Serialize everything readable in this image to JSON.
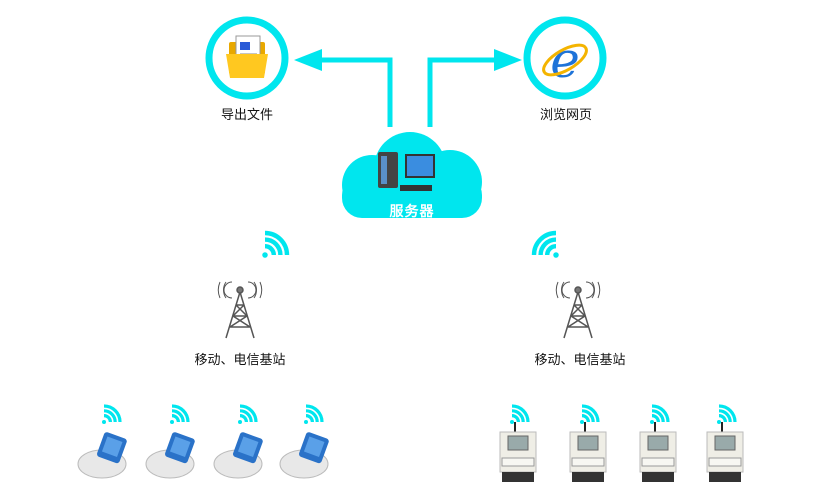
{
  "colors": {
    "accent": "#00e6ee",
    "text": "#111111"
  },
  "outputs": [
    {
      "label": "导出文件",
      "icon": "folder-document-icon"
    },
    {
      "label": "浏览网页",
      "icon": "browser-icon"
    }
  ],
  "server": {
    "label": "服务器",
    "icon": "computer-icon"
  },
  "base_stations": [
    {
      "label": "移动、电信基站"
    },
    {
      "label": "移动、电信基站"
    }
  ],
  "device_groups": [
    {
      "type": "water-meter",
      "count": 4
    },
    {
      "type": "electric-meter",
      "count": 4
    }
  ]
}
